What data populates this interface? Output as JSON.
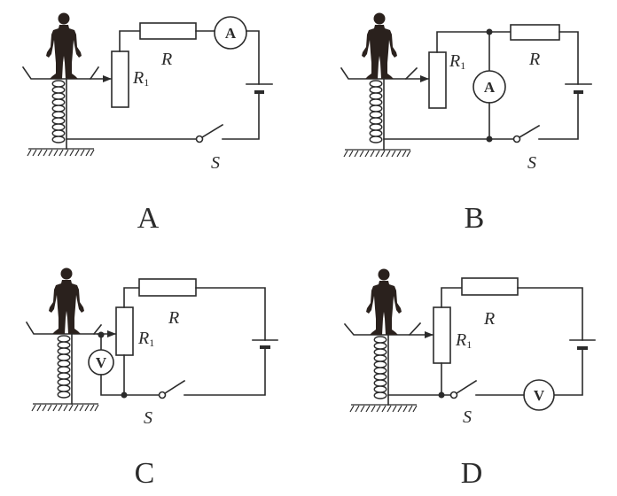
{
  "diagram": {
    "description": "Four circuit options for an electronic scale: person standing on a spring-supported platform whose slider moves on rheostat R1",
    "panels": [
      {
        "option": "A",
        "meter": {
          "type": "ammeter",
          "symbol": "A"
        },
        "labels": {
          "rheostat": "R",
          "rheostat_sub": "1",
          "resistor": "R",
          "switch": "S"
        },
        "configuration": "Ammeter in series with R and R1; slider taps R1"
      },
      {
        "option": "B",
        "meter": {
          "type": "ammeter",
          "symbol": "A"
        },
        "labels": {
          "rheostat": "R",
          "rheostat_sub": "1",
          "resistor": "R",
          "switch": "S"
        },
        "configuration": "Ammeter in parallel with R1 (between junction nodes)"
      },
      {
        "option": "C",
        "meter": {
          "type": "voltmeter",
          "symbol": "V"
        },
        "labels": {
          "rheostat": "R",
          "rheostat_sub": "1",
          "resistor": "R",
          "switch": "S"
        },
        "configuration": "Voltmeter across lower part of R1 (slider to bottom node)"
      },
      {
        "option": "D",
        "meter": {
          "type": "voltmeter",
          "symbol": "V"
        },
        "labels": {
          "rheostat": "R",
          "rheostat_sub": "1",
          "resistor": "R",
          "switch": "S"
        },
        "configuration": "Voltmeter in series with battery and switch"
      }
    ]
  }
}
